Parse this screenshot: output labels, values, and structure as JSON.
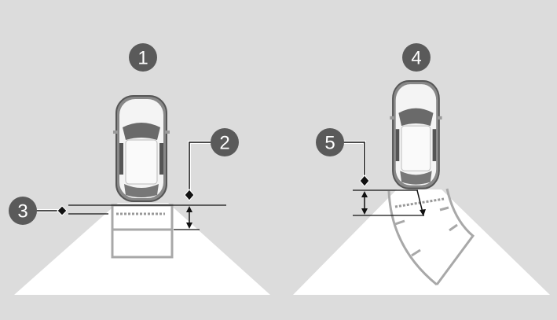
{
  "callouts": {
    "c1": "1",
    "c2": "2",
    "c3": "3",
    "c4": "4",
    "c5": "5"
  },
  "colors": {
    "background": "#dcdcdc",
    "callout": "#5a5a5a",
    "guide": "#a8a8a8",
    "view_area": "#ffffff"
  }
}
